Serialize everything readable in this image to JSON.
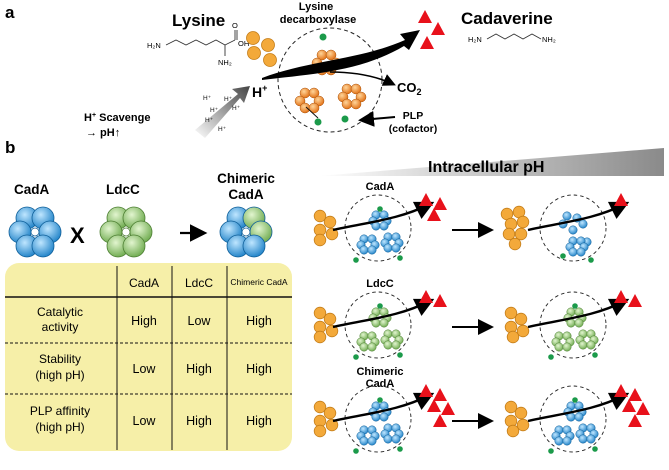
{
  "panel_a": {
    "label": "a",
    "lysine": "Lysine",
    "enzyme_line1": "Lysine",
    "enzyme_line2": "decarboxylase",
    "cadaverine": "Cadaverine",
    "proton": "H",
    "proton_sup": "+",
    "scavenge_line1": "H",
    "scavenge_sup": "+",
    "scavenge_rest": " Scavenge",
    "scavenge_line2": "→  pH↑",
    "co2": "CO",
    "co2_sub": "2",
    "plp_line1": "PLP",
    "plp_line2": "(cofactor)",
    "small_h": "H⁺",
    "lysine_struct": {
      "nh2_left": "H₂N",
      "oh": "OH",
      "o": "O",
      "nh2_bottom": "NH₂"
    },
    "cadaverine_struct": {
      "nh2_left": "H₂N",
      "nh2_right": "NH₂"
    }
  },
  "panel_b": {
    "label": "b",
    "cada": "CadA",
    "cross": "X",
    "ldcc": "LdcC",
    "chimeric_line1": "Chimeric",
    "chimeric_line2": "CadA",
    "ph_title": "Intracellular pH",
    "table": {
      "headers": [
        "CadA",
        "LdcC",
        "Chimeric CadA"
      ],
      "rows": [
        {
          "label_line1": "Catalytic",
          "label_line2": "activity",
          "values": [
            "High",
            "Low",
            "High"
          ]
        },
        {
          "label_line1": "Stability",
          "label_line2": "(high pH)",
          "values": [
            "Low",
            "High",
            "High"
          ]
        },
        {
          "label_line1": "PLP affinity",
          "label_line2": "(high pH)",
          "values": [
            "Low",
            "High",
            "High"
          ]
        }
      ]
    },
    "rows": [
      {
        "label_line1": "CadA",
        "label_line2": ""
      },
      {
        "label_line1": "LdcC",
        "label_line2": ""
      },
      {
        "label_line1": "Chimeric",
        "label_line2": "CadA"
      }
    ]
  },
  "colors": {
    "lysine_orange": "#f3a93a",
    "cadaverine_red": "#e8111b",
    "enzyme_orange": "#ef7d16",
    "cada_blue": "#2f97dc",
    "ldcc_green": "#8cc56a",
    "plp_green": "#1b9a4a",
    "table_bg": "#f6efa8"
  }
}
